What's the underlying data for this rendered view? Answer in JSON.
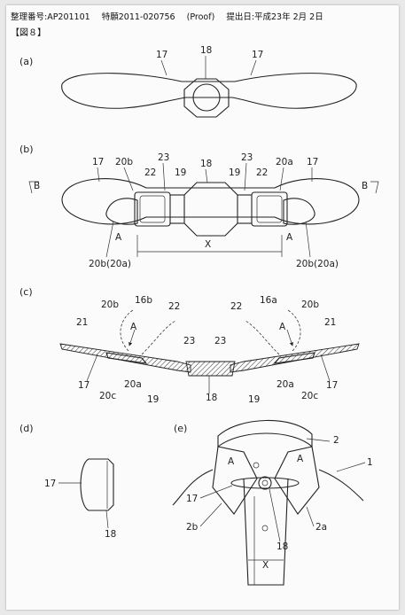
{
  "header": {
    "ref_number": "整理番号:AP201101",
    "application": "特願2011-020756",
    "proof": "(Proof)",
    "filed": "提出日:平成23年 2月 2日"
  },
  "figure_ref": "【図８】",
  "panels": {
    "a": "(a)",
    "b": "(b)",
    "c": "(c)",
    "d": "(d)",
    "e": "(e)"
  },
  "labels": {
    "n17": "17",
    "n18": "18",
    "n19": "19",
    "n20a": "20a",
    "n20b": "20b",
    "n20c": "20c",
    "n21": "21",
    "n22": "22",
    "n23": "23",
    "n16a": "16a",
    "n16b": "16b",
    "n20b20a": "20b(20a)",
    "nA": "A",
    "nB": "B",
    "nX": "X",
    "n1": "1",
    "n2": "2",
    "n2a": "2a",
    "n2b": "2b"
  }
}
